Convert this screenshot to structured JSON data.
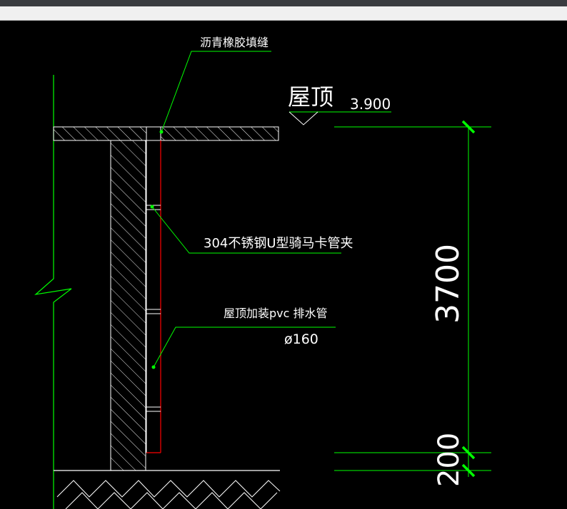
{
  "labels": {
    "top_joint": "沥青橡胶填缝",
    "roof_name": "屋顶",
    "roof_elevation": "3.900",
    "clamp": "304不锈钢U型骑马卡管夹",
    "pipe_desc": "屋顶加装pvc 排水管",
    "pipe_diameter": "ø160",
    "dim_height": "3700",
    "dim_base": "200"
  },
  "colors": {
    "background": "#000000",
    "line": "#ffffff",
    "leader": "#00ff00",
    "pipe": "#ff0000",
    "text": "#ffffff"
  }
}
